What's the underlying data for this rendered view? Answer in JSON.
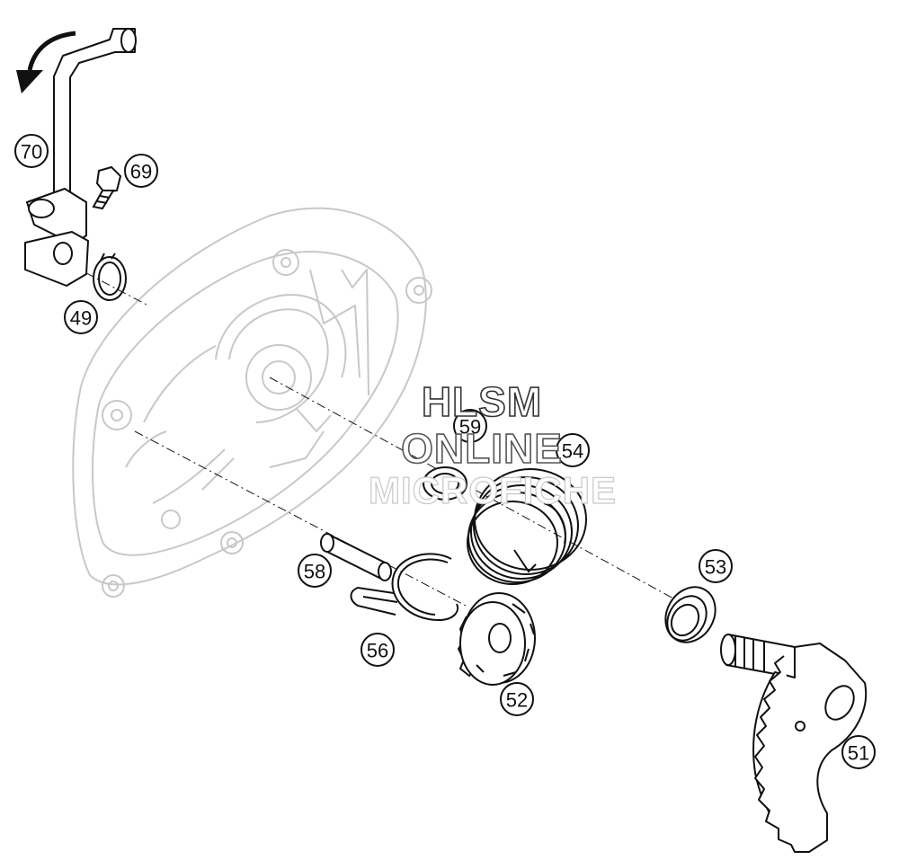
{
  "diagram": {
    "colors": {
      "line": "#111111",
      "ghost": "#c8c8c8",
      "background": "#ffffff"
    },
    "callouts": [
      {
        "id": "70",
        "part": "kick-starter-lever"
      },
      {
        "id": "69",
        "part": "screw"
      },
      {
        "id": "49",
        "part": "circlip"
      },
      {
        "id": "59",
        "part": "washer"
      },
      {
        "id": "54",
        "part": "torsion-spring"
      },
      {
        "id": "58",
        "part": "pin"
      },
      {
        "id": "56",
        "part": "spring-clip"
      },
      {
        "id": "52",
        "part": "ratchet-gear"
      },
      {
        "id": "53",
        "part": "shaft-seal"
      },
      {
        "id": "51",
        "part": "kick-starter-shaft-segment"
      }
    ],
    "icons": [
      "rotation-arrow-icon"
    ]
  },
  "watermark": {
    "line1": "HLSM",
    "line2": "ONLINE",
    "line3": "MICROFICHE"
  }
}
